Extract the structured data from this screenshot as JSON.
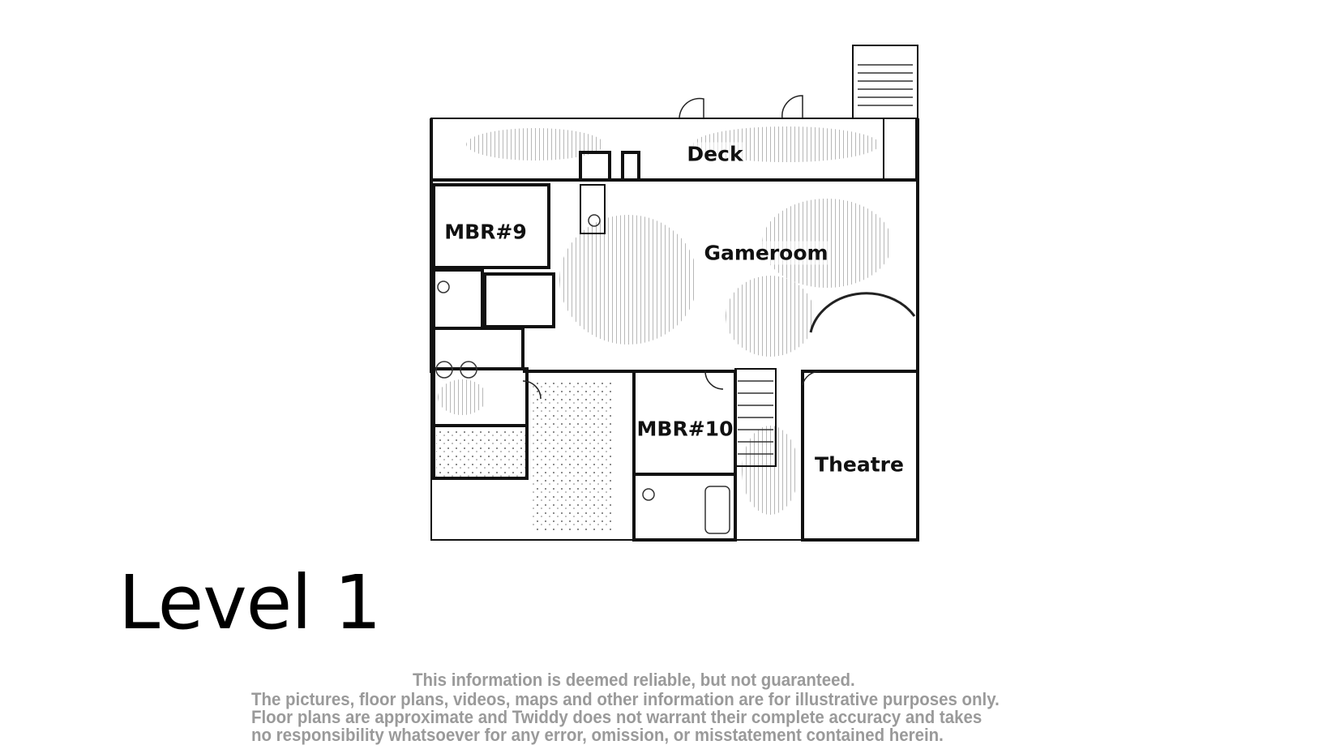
{
  "floor_plan": {
    "rooms": {
      "deck": "Deck",
      "gameroom": "Gameroom",
      "mbr9": "MBR#9",
      "mbr10": "MBR#10",
      "theatre": "Theatre"
    }
  },
  "level_label": "Level 1",
  "disclaimer": [
    "This information is deemed reliable, but not guaranteed.",
    "The pictures, floor plans, videos, maps and other information are for illustrative purposes only.",
    "Floor plans are approximate and Twiddy does not warrant their complete accuracy and takes",
    "no responsibility whatsoever for any error, omission, or misstatement contained herein."
  ]
}
